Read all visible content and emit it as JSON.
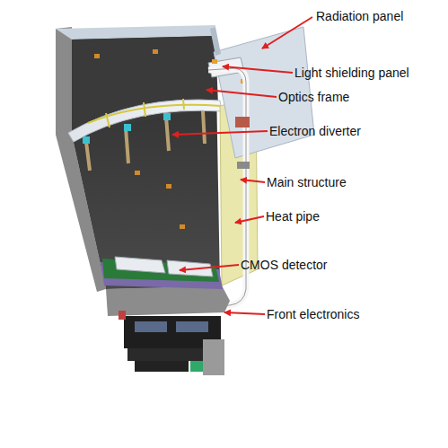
{
  "diagram": {
    "labels": [
      "Radiation panel",
      "Light shielding panel",
      "Optics frame",
      "Electron diverter",
      "Main structure",
      "Heat pipe",
      "CMOS detector",
      "Front electronics"
    ]
  }
}
